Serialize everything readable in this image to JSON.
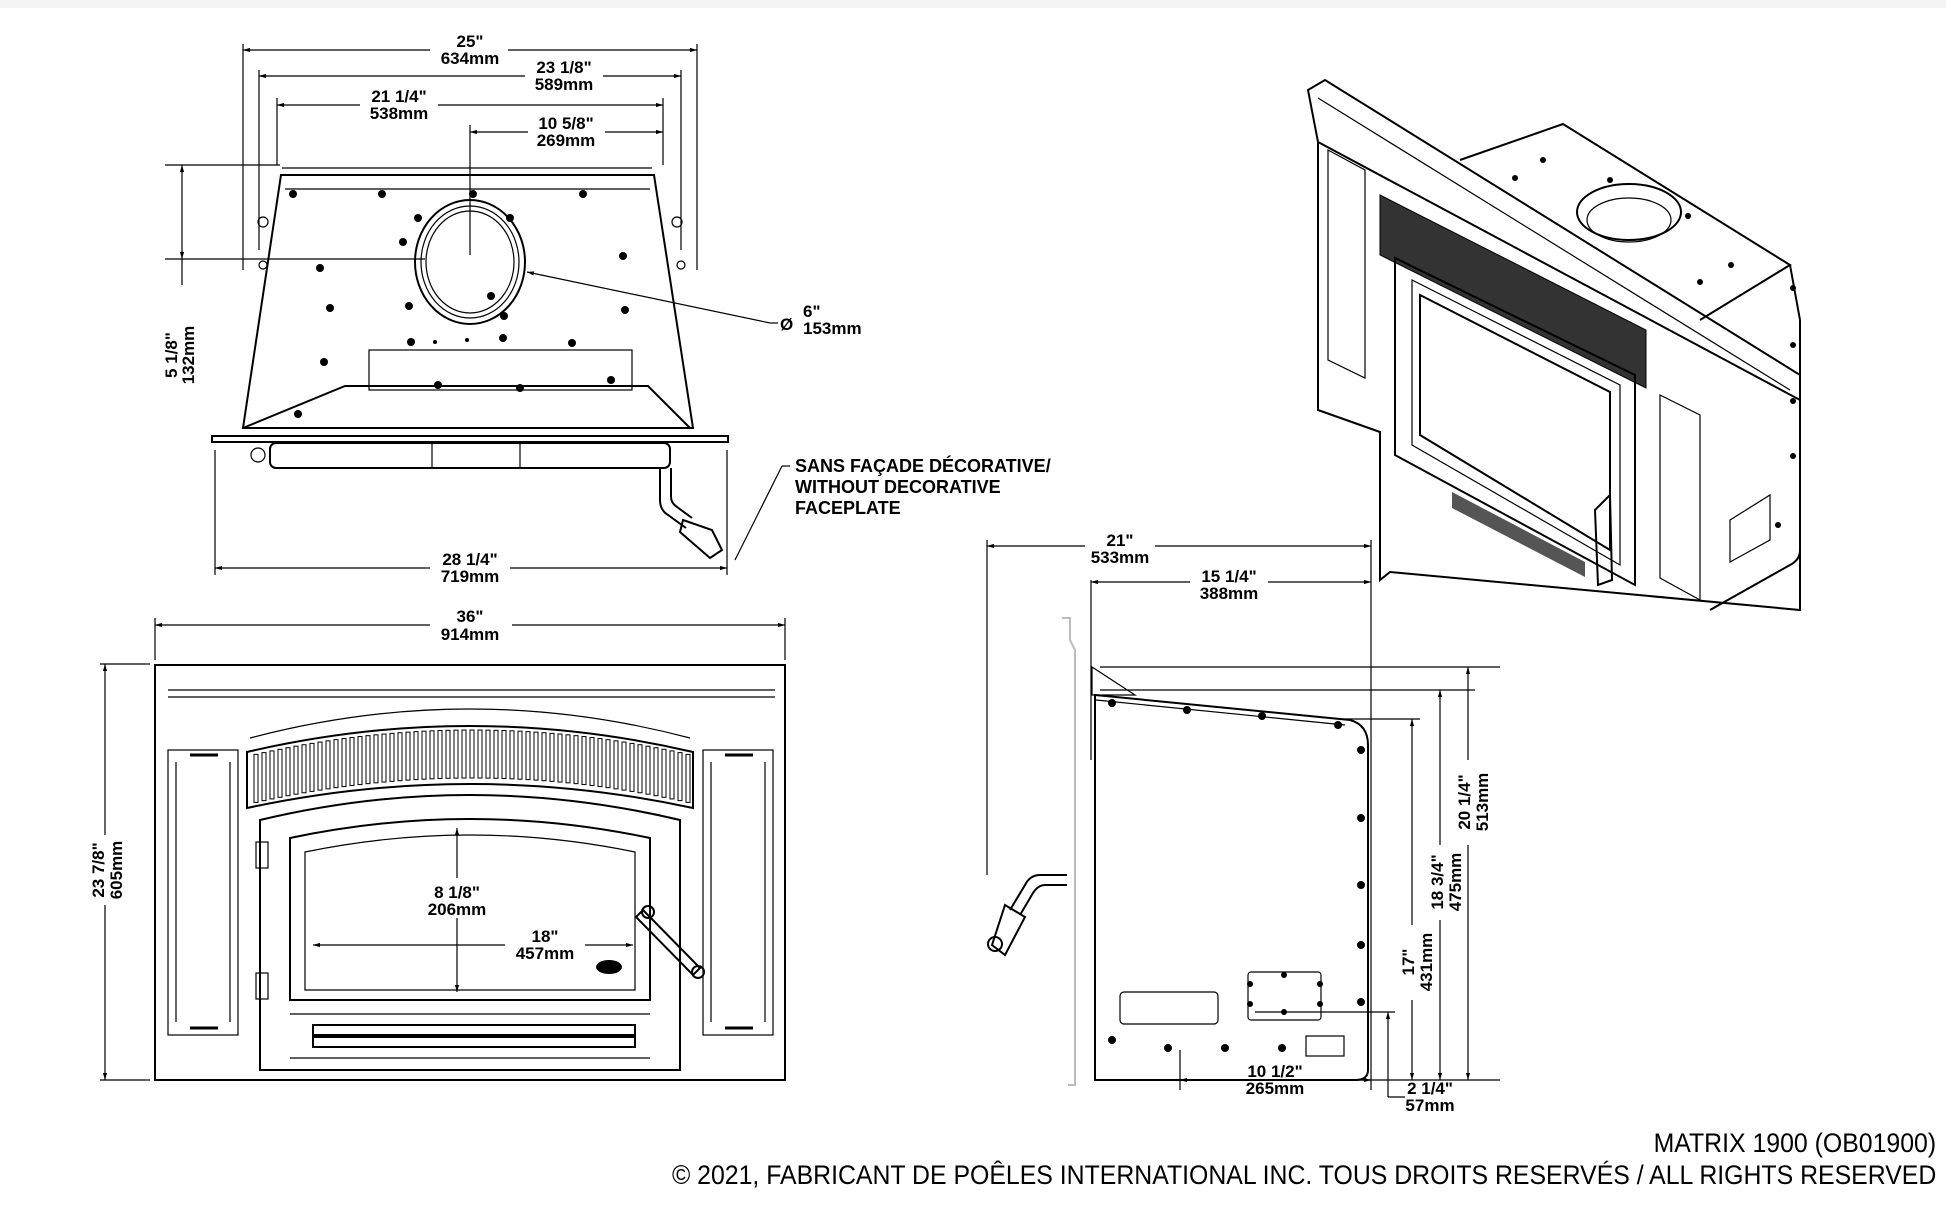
{
  "document": {
    "model_line": "MATRIX 1900 (OB01900)",
    "copyright_line": "© 2021, FABRICANT DE POÊLES INTERNATIONAL INC. TOUS DROITS RESERVÉS / ALL RIGHTS RESERVED"
  },
  "top_view": {
    "dims": {
      "overall_width": {
        "in": "25\"",
        "mm": "634mm"
      },
      "flange_width": {
        "in": "23 1/8\"",
        "mm": "589mm"
      },
      "body_width": {
        "in": "21 1/4\"",
        "mm": "538mm"
      },
      "flue_offset": {
        "in": "10 5/8\"",
        "mm": "269mm"
      },
      "flue_depth": {
        "in": "5 1/8\"",
        "mm": "132mm"
      },
      "flue_diameter": {
        "symbol": "Ø",
        "in": "6\"",
        "mm": "153mm"
      },
      "base_width": {
        "in": "28 1/4\"",
        "mm": "719mm"
      }
    },
    "note": [
      "SANS FAÇADE DÉCORATIVE/",
      "WITHOUT DECORATIVE",
      "FACEPLATE"
    ]
  },
  "front_view": {
    "dims": {
      "overall_width": {
        "in": "36\"",
        "mm": "914mm"
      },
      "overall_height": {
        "in": "23  7/8\"",
        "mm": "605mm"
      },
      "glass_height": {
        "in": "8  1/8\"",
        "mm": "206mm"
      },
      "glass_width": {
        "in": "18\"",
        "mm": "457mm"
      }
    }
  },
  "side_view": {
    "dims": {
      "overall_depth": {
        "in": "21\"",
        "mm": "533mm"
      },
      "body_depth": {
        "in": "15  1/4\"",
        "mm": "388mm"
      },
      "overall_height": {
        "in": "20 1/4\"",
        "mm": "513mm"
      },
      "body_height": {
        "in": "18 3/4\"",
        "mm": "475mm"
      },
      "rear_height": {
        "in": "17\"",
        "mm": "431mm"
      },
      "inlet_height": {
        "in": "2 1/4\"",
        "mm": "57mm"
      },
      "inlet_depth": {
        "in": "10 1/2\"",
        "mm": "265mm"
      }
    }
  }
}
